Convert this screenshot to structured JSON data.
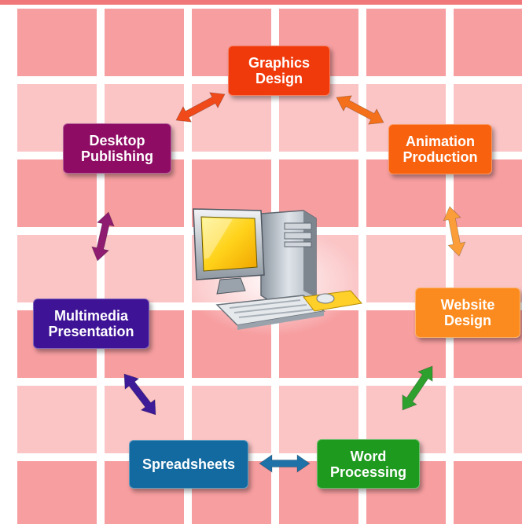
{
  "colors": {
    "background": "#ffffff",
    "tile_dark": "#f79ea0",
    "tile_light": "#fbc5c6",
    "top_bar": "#f0787a"
  },
  "diagram": {
    "center_icon": "desktop-computer-icon",
    "nodes": [
      {
        "id": "graphics-design",
        "label": "Graphics\nDesign",
        "color": "#f03a0c"
      },
      {
        "id": "animation-production",
        "label": "Animation\nProduction",
        "color": "#f8620e"
      },
      {
        "id": "website-design",
        "label": "Website\nDesign",
        "color": "#fb8b1e"
      },
      {
        "id": "word-processing",
        "label": "Word\nProcessing",
        "color": "#1e9a1e"
      },
      {
        "id": "spreadsheets",
        "label": "Spreadsheets",
        "color": "#136aa0"
      },
      {
        "id": "multimedia-presentation",
        "label": "Multimedia\nPresentation",
        "color": "#3e1396"
      },
      {
        "id": "desktop-publishing",
        "label": "Desktop\nPublishing",
        "color": "#8e0c64"
      }
    ],
    "connections": [
      {
        "from": "graphics-design",
        "to": "animation-production",
        "color": "#f04a1a"
      },
      {
        "from": "animation-production",
        "to": "website-design",
        "color": "#f4701a"
      },
      {
        "from": "website-design",
        "to": "word-processing",
        "color": "#fb9e3a"
      },
      {
        "from": "word-processing",
        "to": "spreadsheets",
        "color": "#2ea02e"
      },
      {
        "from": "spreadsheets",
        "to": "multimedia-presentation",
        "color": "#1e72a8"
      },
      {
        "from": "multimedia-presentation",
        "to": "desktop-publishing",
        "color": "#3c1a98"
      },
      {
        "from": "desktop-publishing",
        "to": "graphics-design",
        "color": "#8e1c70"
      }
    ]
  }
}
